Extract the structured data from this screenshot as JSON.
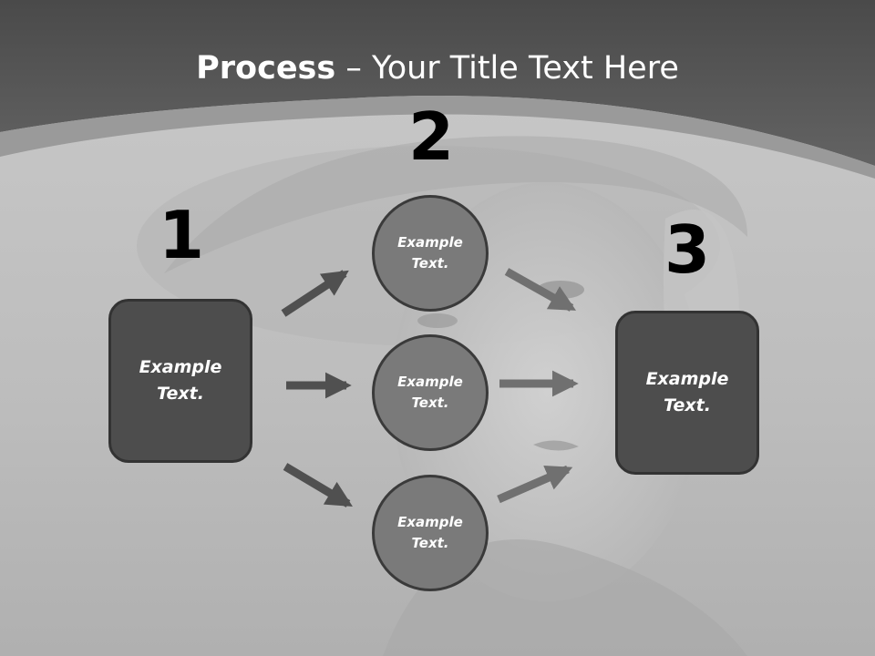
{
  "title": {
    "bold": "Process",
    "rest": " – Your Title Text Here"
  },
  "steps": [
    {
      "number": "1",
      "label": "Example Text."
    },
    {
      "number": "2",
      "items": [
        "Example Text.",
        "Example Text.",
        "Example Text."
      ]
    },
    {
      "number": "3",
      "label": "Example Text."
    }
  ],
  "colors": {
    "header": "#555555",
    "box": "#4d4d4d",
    "circle": "#7a7a7a",
    "arrow_dark": "#505050",
    "arrow_light": "#707070"
  }
}
